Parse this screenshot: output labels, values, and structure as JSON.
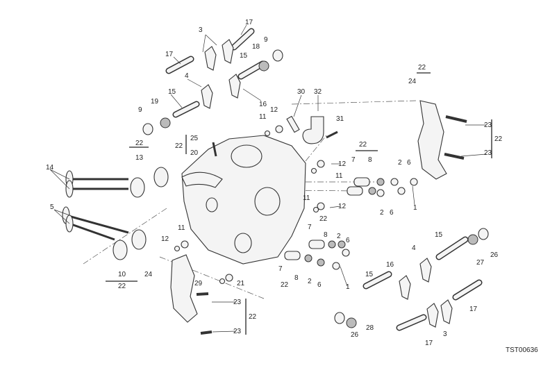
{
  "diagram_code": "TST00636",
  "callouts": [
    "17",
    "3",
    "9",
    "17",
    "18",
    "15",
    "4",
    "15",
    "19",
    "9",
    "16",
    "30",
    "32",
    "11",
    "12",
    "31",
    "22",
    "25",
    "20",
    "22",
    "13",
    "14",
    "11",
    "12",
    "22",
    "7",
    "8",
    "2",
    "6",
    "11",
    "12",
    "2",
    "6",
    "1",
    "5",
    "11",
    "12",
    "22",
    "7",
    "8",
    "2",
    "6",
    "7",
    "8",
    "2",
    "6",
    "1",
    "22",
    "15",
    "4",
    "27",
    "26",
    "16",
    "15",
    "29",
    "21",
    "10",
    "24",
    "22",
    "23",
    "22",
    "23",
    "26",
    "28",
    "17",
    "3",
    "17",
    "22",
    "24",
    "23",
    "22",
    "23"
  ]
}
